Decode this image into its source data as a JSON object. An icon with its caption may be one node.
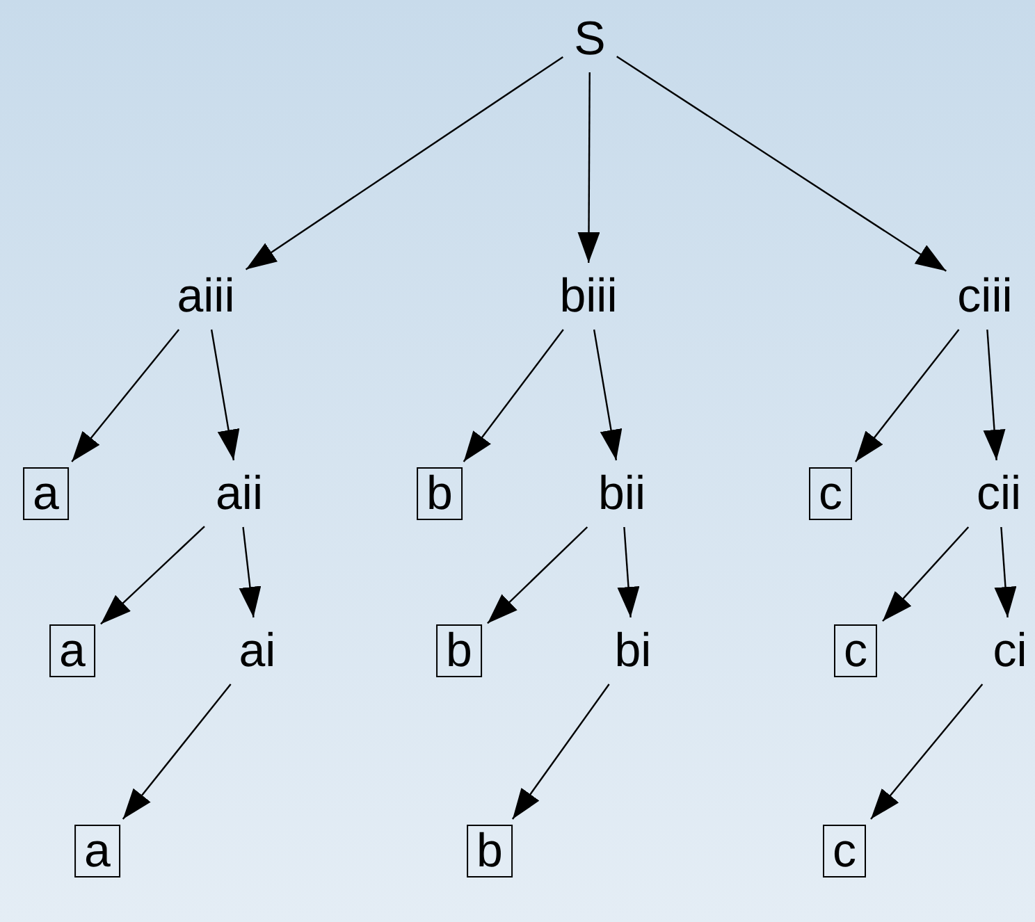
{
  "diagram": {
    "nodes": [
      {
        "text": [
          "S"
        ]
      },
      {
        "text": [
          "aiii"
        ]
      },
      {
        "text": [
          "biii"
        ]
      },
      {
        "text": [
          "ciii"
        ]
      },
      {
        "text": [
          "a"
        ]
      },
      {
        "text": [
          "aii"
        ]
      },
      {
        "text": [
          "b"
        ]
      },
      {
        "text": [
          "bii"
        ]
      },
      {
        "text": [
          "c"
        ]
      },
      {
        "text": [
          "cii"
        ]
      },
      {
        "text": [
          "a"
        ]
      },
      {
        "text": [
          "ai"
        ]
      },
      {
        "text": [
          "b"
        ]
      },
      {
        "text": [
          "bi"
        ]
      },
      {
        "text": [
          "c"
        ]
      },
      {
        "text": [
          "ci"
        ]
      },
      {
        "text": [
          "a"
        ]
      },
      {
        "text": [
          "b"
        ]
      },
      {
        "text": [
          "c"
        ]
      }
    ],
    "edges": [
      {
        "from": 0,
        "to": 1,
        "arrow": "to"
      },
      {
        "from": 0,
        "to": 2,
        "arrow": "to"
      },
      {
        "from": 0,
        "to": 3,
        "arrow": "to"
      },
      {
        "from": 1,
        "to": 4,
        "arrow": "to"
      },
      {
        "from": 1,
        "to": 5,
        "arrow": "to"
      },
      {
        "from": 2,
        "to": 6,
        "arrow": "to"
      },
      {
        "from": 2,
        "to": 7,
        "arrow": "to"
      },
      {
        "from": 3,
        "to": 8,
        "arrow": "to"
      },
      {
        "from": 3,
        "to": 9,
        "arrow": "to"
      },
      {
        "from": 5,
        "to": 10,
        "arrow": "to"
      },
      {
        "from": 5,
        "to": 11,
        "arrow": "to"
      },
      {
        "from": 7,
        "to": 12,
        "arrow": "to"
      },
      {
        "from": 7,
        "to": 13,
        "arrow": "to"
      },
      {
        "from": 9,
        "to": 14,
        "arrow": "to"
      },
      {
        "from": 9,
        "to": 15,
        "arrow": "to"
      },
      {
        "from": 11,
        "to": 16,
        "arrow": "to"
      },
      {
        "from": 13,
        "to": 17,
        "arrow": "to"
      },
      {
        "from": 15,
        "to": 18,
        "arrow": "to"
      }
    ]
  }
}
